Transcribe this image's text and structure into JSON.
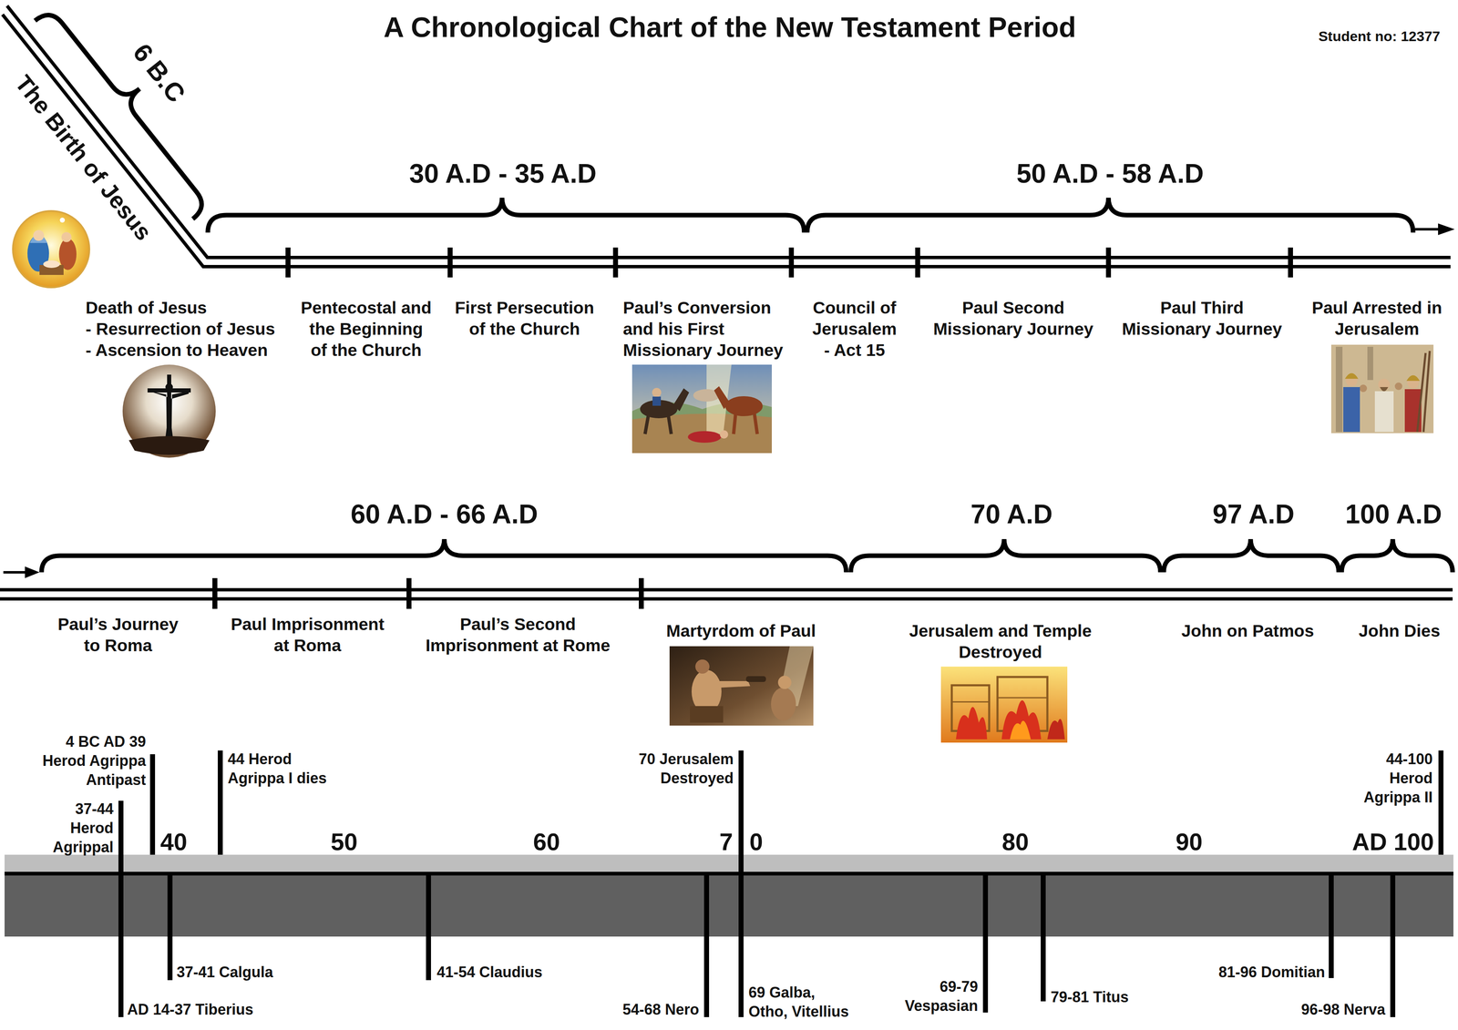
{
  "diagram": {
    "title": "A Chronological Chart of the New Testament Period",
    "labels": [
      "Student no: 12377",
      "6 B.C",
      "The Birth of Jesus",
      "30 A.D - 35 A.D",
      "50 A.D - 58 A.D",
      "Death of Jesus",
      "- Resurrection of Jesus",
      "- Ascension to Heaven",
      "Pentecostal and the Beginning of the Church",
      "First Persecution of the Church",
      "Paul’s Conversion and his First Missionary Journey",
      "Council of Jerusalem - Act 15",
      "Paul Second Missionary Journey",
      "Paul Third Missionary Journey",
      "Paul Arrested in Jerusalem",
      "60 A.D - 66 A.D",
      "70 A.D",
      "97 A.D",
      "100 A.D",
      "Paul’s Journey to Roma",
      "Paul Imprisonment at Roma",
      "Paul’s Second Imprisonment at Rome",
      "Martyrdom of Paul",
      "Jerusalem and Temple Destroyed",
      "John on Patmos",
      "John Dies",
      "4 BC AD 39 Herod Agrippa Antipast",
      "37-44 Herod Agrippal",
      "44 Herod Agrippa I dies",
      "70 Jerusalem Destroyed",
      "44-100 Herod Agrippa II",
      "40",
      "50",
      "60",
      "70",
      "80",
      "90",
      "AD 100",
      "AD 14-37 Tiberius",
      "37-41 Calgula",
      "41-54 Claudius",
      "54-68 Nero",
      "69 Galba, Otho, Vitellius",
      "69-79 Vespasian",
      "79-81 Titus",
      "81-96 Domitian",
      "96-98 Nerva"
    ]
  }
}
